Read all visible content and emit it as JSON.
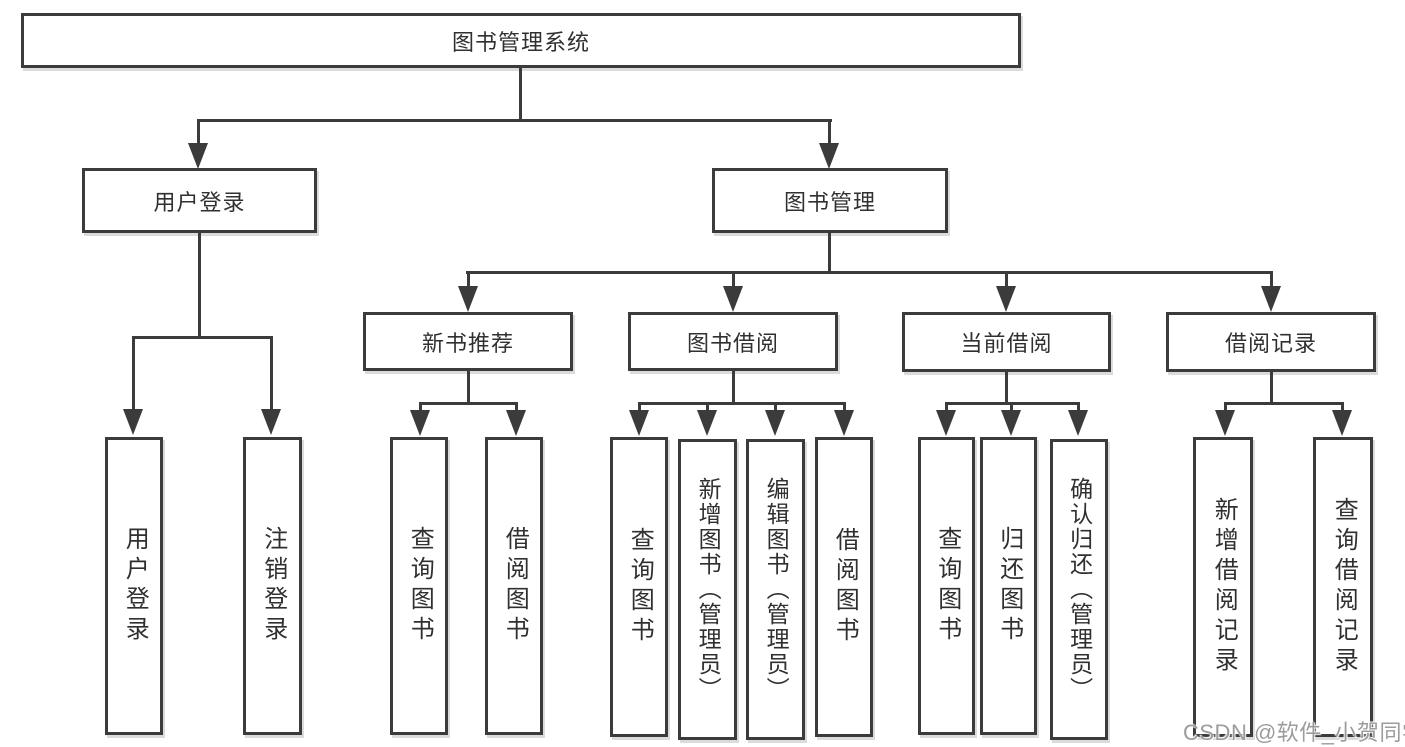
{
  "diagram": {
    "root": {
      "label": "图书管理系统"
    },
    "branches": [
      {
        "label": "用户登录",
        "children": [
          {
            "label": "用户登录"
          },
          {
            "label": "注销登录"
          }
        ]
      },
      {
        "label": "图书管理",
        "children": [
          {
            "label": "新书推荐",
            "children": [
              {
                "label": "查询图书"
              },
              {
                "label": "借阅图书"
              }
            ]
          },
          {
            "label": "图书借阅",
            "children": [
              {
                "label": "查询图书"
              },
              {
                "label": "新增图书（管理员）"
              },
              {
                "label": "编辑图书（管理员）"
              },
              {
                "label": "借阅图书"
              }
            ]
          },
          {
            "label": "当前借阅",
            "children": [
              {
                "label": "查询图书"
              },
              {
                "label": "归还图书"
              },
              {
                "label": "确认归还（管理员）"
              }
            ]
          },
          {
            "label": "借阅记录",
            "children": [
              {
                "label": "新增借阅记录"
              },
              {
                "label": "查询借阅记录"
              }
            ]
          }
        ]
      }
    ]
  },
  "watermark": {
    "text": "CSDN @软件_小贺同学"
  },
  "colors": {
    "line": "#3b3b3b",
    "box_border": "#3b3b3b",
    "box_fill": "#ffffff",
    "text": "#303030",
    "watermark": "#9c9c9c",
    "background": "#ffffff"
  }
}
